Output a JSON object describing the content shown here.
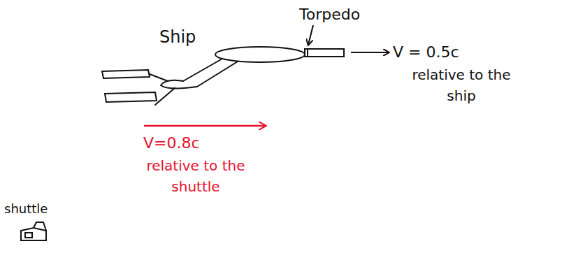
{
  "diagram": {
    "labels": [
      "Ship",
      "Torpedo",
      "V = 0.5c",
      "relative to the ship",
      "V=0.8c",
      "relative to the shuttle",
      "shuttle"
    ]
  }
}
